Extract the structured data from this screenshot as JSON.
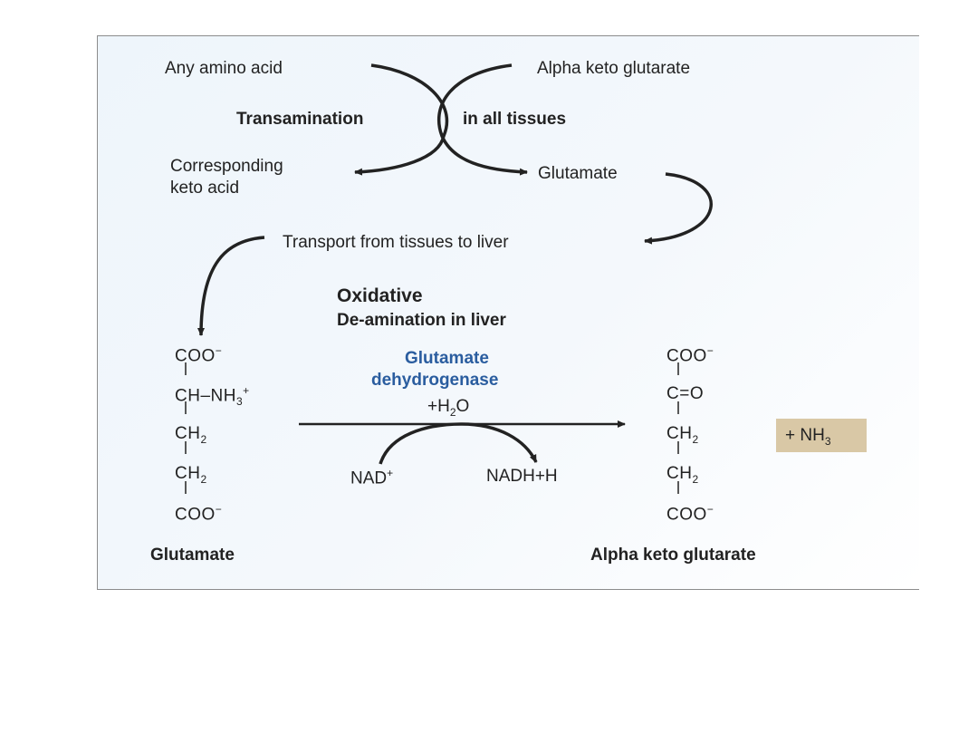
{
  "top": {
    "any_amino_acid": "Any amino acid",
    "alpha_kg": "Alpha keto glutarate",
    "transamination": "Transamination",
    "in_all_tissues": "in all tissues",
    "corresponding_line1": "Corresponding",
    "corresponding_line2": "keto acid",
    "glutamate": "Glutamate",
    "transport": "Transport from tissues to liver"
  },
  "middle": {
    "oxidative": "Oxidative",
    "deamination": "De-amination in liver",
    "enzyme_line1": "Glutamate",
    "enzyme_line2": "dehydrogenase",
    "water": "+H",
    "water_sub": "2",
    "water_o": "O",
    "nad": "NAD",
    "nad_sup": "+",
    "nadh": "NADH+H"
  },
  "left_molecule": {
    "row1": "COO",
    "row1_sup": "−",
    "row2": "CH–NH",
    "row2_sub": "3",
    "row2_sup": "+",
    "row3": "CH",
    "row3_sub": "2",
    "row4": "CH",
    "row4_sub": "2",
    "row5": "COO",
    "row5_sup": "−",
    "name": "Glutamate"
  },
  "right_molecule": {
    "row1": "COO",
    "row1_sup": "−",
    "row2": "C=O",
    "row3": "CH",
    "row3_sub": "2",
    "row4": "CH",
    "row4_sub": "2",
    "row5": "COO",
    "row5_sup": "−",
    "name": "Alpha keto glutarate"
  },
  "product_box": {
    "label": "+ NH",
    "sub": "3"
  },
  "colors": {
    "enzyme_text": "#2a5d9f",
    "box_fill": "#d9c8a6",
    "arrow": "#222222"
  }
}
